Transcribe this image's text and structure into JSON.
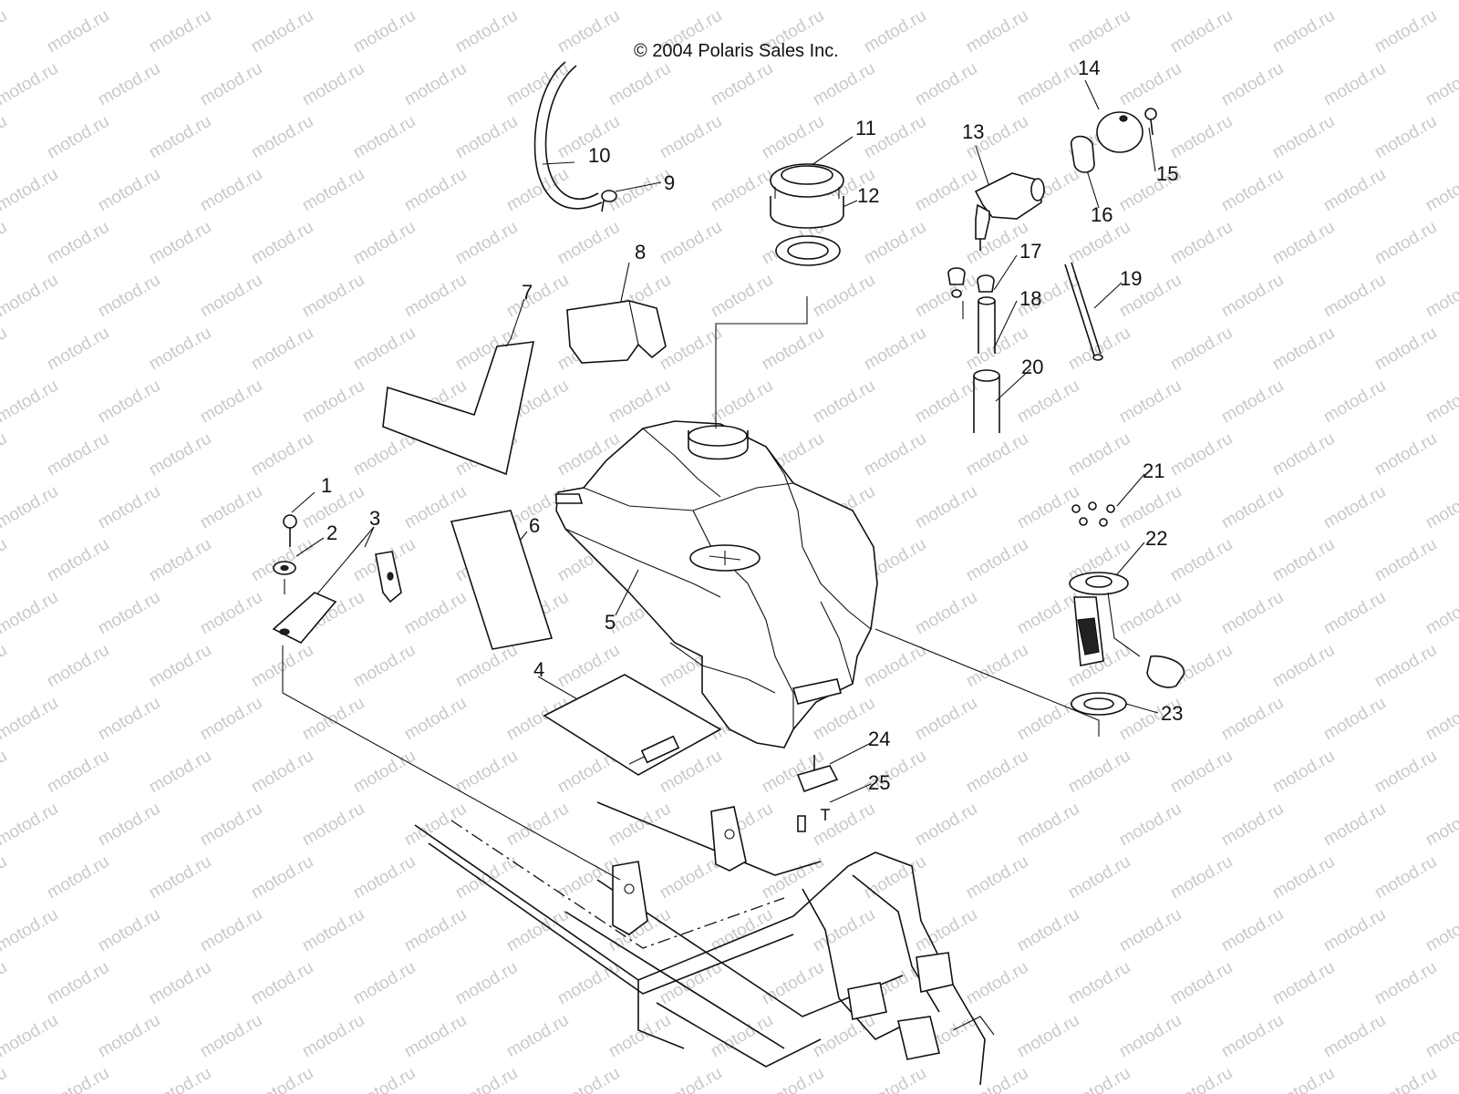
{
  "copyright": "© 2004 Polaris Sales Inc.",
  "watermark": "motod.ru",
  "callouts": [
    {
      "id": "1",
      "label": "1"
    },
    {
      "id": "2",
      "label": "2"
    },
    {
      "id": "3",
      "label": "3"
    },
    {
      "id": "4",
      "label": "4"
    },
    {
      "id": "5",
      "label": "5"
    },
    {
      "id": "6",
      "label": "6"
    },
    {
      "id": "7",
      "label": "7"
    },
    {
      "id": "8",
      "label": "8"
    },
    {
      "id": "9",
      "label": "9"
    },
    {
      "id": "10",
      "label": "10"
    },
    {
      "id": "11",
      "label": "11"
    },
    {
      "id": "12",
      "label": "12"
    },
    {
      "id": "13",
      "label": "13"
    },
    {
      "id": "14",
      "label": "14"
    },
    {
      "id": "15",
      "label": "15"
    },
    {
      "id": "16",
      "label": "16"
    },
    {
      "id": "17",
      "label": "17"
    },
    {
      "id": "18",
      "label": "18"
    },
    {
      "id": "19",
      "label": "19"
    },
    {
      "id": "20",
      "label": "20"
    },
    {
      "id": "21",
      "label": "21"
    },
    {
      "id": "22",
      "label": "22"
    },
    {
      "id": "23",
      "label": "23"
    },
    {
      "id": "24",
      "label": "24"
    },
    {
      "id": "25",
      "label": "25"
    }
  ]
}
